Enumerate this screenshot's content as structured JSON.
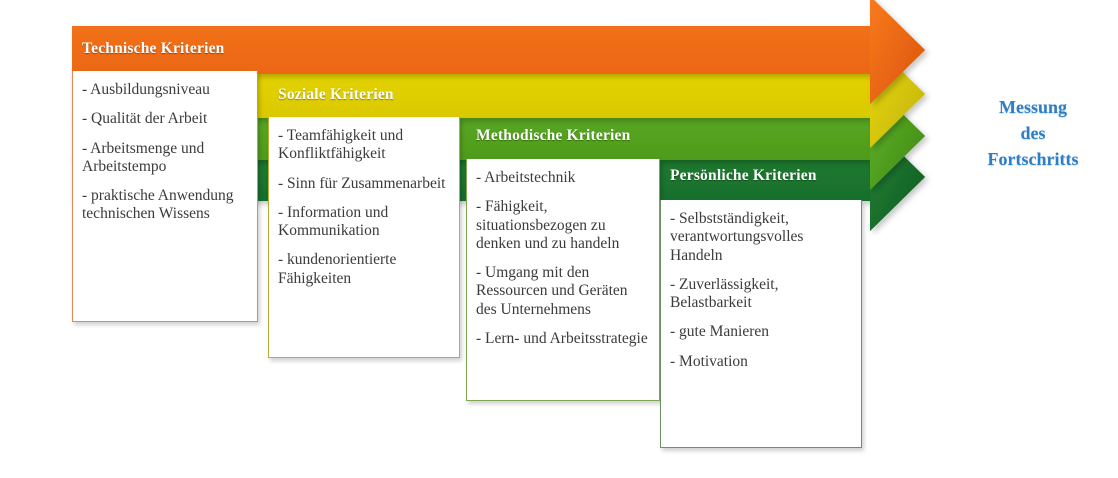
{
  "diagram": {
    "title_label": "Messung des Fortschritts",
    "side_label": {
      "line1": "Messung",
      "line2": "des",
      "line3": "Fortschritts",
      "color": "#2E7EC6"
    },
    "columns": [
      {
        "id": "technische",
        "header": "Technische Kriterien",
        "color": "#F2711C",
        "color_dark": "#D9590A",
        "border": "#E08A58",
        "items": [
          "- Ausbildungsniveau",
          "- Qualität der Arbeit",
          "- Arbeitsmenge und Arbeitstempo",
          "- praktische Anwendung technischen Wissens"
        ]
      },
      {
        "id": "soziale",
        "header": "Soziale Kriterien",
        "color": "#E3D200",
        "color_dark": "#C4B200",
        "border": "#B9AE33",
        "items": [
          "- Teamfähigkeit und Konfliktfähigkeit",
          "- Sinn für Zusammenarbeit",
          "- Information und Kommunikation",
          "- kundenorientierte Fähigkeiten"
        ]
      },
      {
        "id": "methodische",
        "header": "Methodische Kriterien",
        "color": "#55A522",
        "color_dark": "#3E8A14",
        "border": "#7FA653",
        "items": [
          "- Arbeitstechnik",
          "- Fähigkeit, situationsbezogen zu denken und zu handeln",
          "- Umgang mit den Ressourcen und Geräten des Unternehmens",
          "- Lern- und Arbeitsstrategie"
        ]
      },
      {
        "id": "persoenliche",
        "header": "Persönliche Kriterien",
        "color": "#1E7B30",
        "color_dark": "#0F6023",
        "border": "#6C9266",
        "items": [
          "- Selbstständigkeit, verantwortungsvolles Handeln",
          "- Zuverlässigkeit, Belastbarkeit",
          "- gute Manieren",
          "- Motivation"
        ]
      }
    ]
  }
}
